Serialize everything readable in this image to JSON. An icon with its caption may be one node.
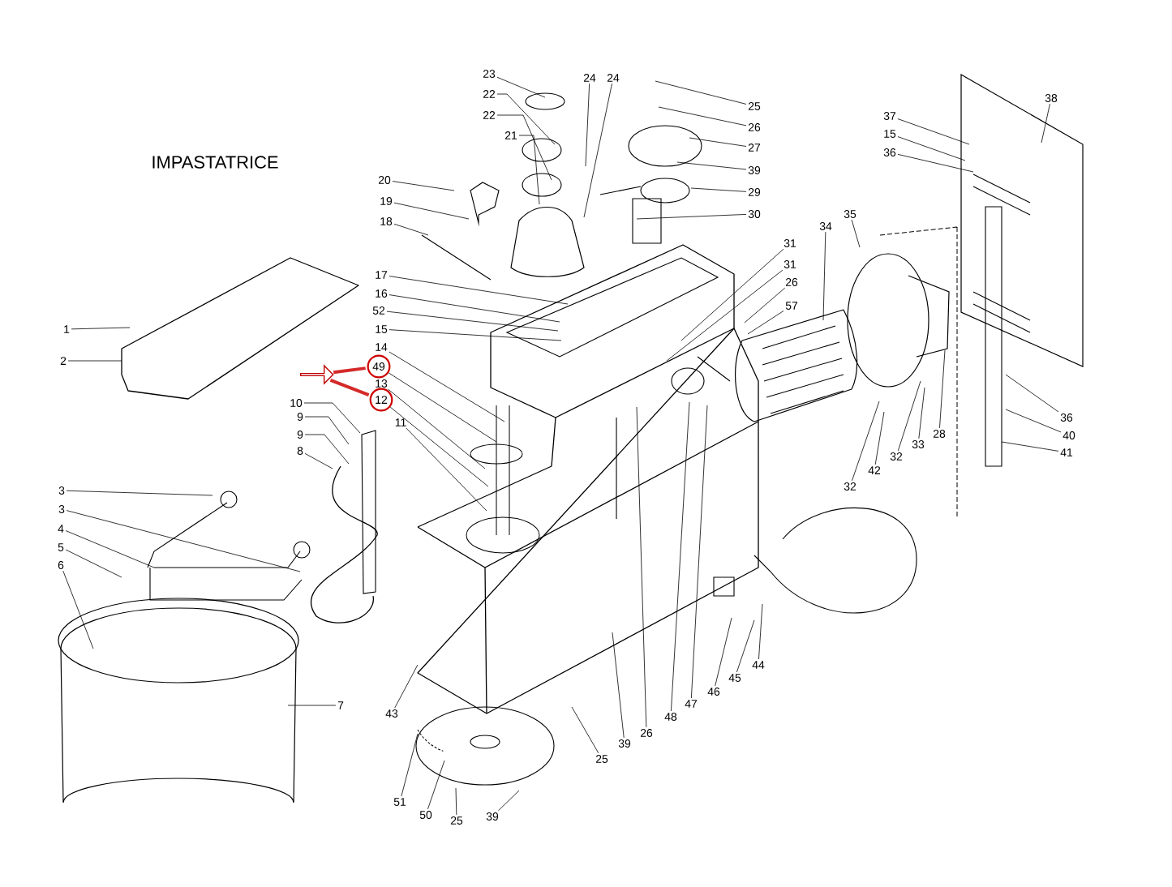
{
  "diagram": {
    "title": "IMPASTATRICE",
    "nodes": [
      {
        "text": [
          "1"
        ]
      },
      {
        "text": [
          "2"
        ]
      },
      {
        "text": [
          "3"
        ]
      },
      {
        "text": [
          "3"
        ]
      },
      {
        "text": [
          "4"
        ]
      },
      {
        "text": [
          "5"
        ]
      },
      {
        "text": [
          "6"
        ]
      },
      {
        "text": [
          "7"
        ]
      },
      {
        "text": [
          "8"
        ]
      },
      {
        "text": [
          "9"
        ]
      },
      {
        "text": [
          "9"
        ]
      },
      {
        "text": [
          "10"
        ]
      },
      {
        "text": [
          "11"
        ]
      },
      {
        "text": [
          "12"
        ]
      },
      {
        "text": [
          "13"
        ]
      },
      {
        "text": [
          "49"
        ]
      },
      {
        "text": [
          "14"
        ]
      },
      {
        "text": [
          "15"
        ]
      },
      {
        "text": [
          "52"
        ]
      },
      {
        "text": [
          "16"
        ]
      },
      {
        "text": [
          "17"
        ]
      },
      {
        "text": [
          "18"
        ]
      },
      {
        "text": [
          "19"
        ]
      },
      {
        "text": [
          "20"
        ]
      },
      {
        "text": [
          "21"
        ]
      },
      {
        "text": [
          "22"
        ]
      },
      {
        "text": [
          "22"
        ]
      },
      {
        "text": [
          "23"
        ]
      },
      {
        "text": [
          "24"
        ]
      },
      {
        "text": [
          "24"
        ]
      },
      {
        "text": [
          "25"
        ]
      },
      {
        "text": [
          "26"
        ]
      },
      {
        "text": [
          "27"
        ]
      },
      {
        "text": [
          "39"
        ]
      },
      {
        "text": [
          "29"
        ]
      },
      {
        "text": [
          "30"
        ]
      },
      {
        "text": [
          "31"
        ]
      },
      {
        "text": [
          "31"
        ]
      },
      {
        "text": [
          "26"
        ]
      },
      {
        "text": [
          "57"
        ]
      },
      {
        "text": [
          "34"
        ]
      },
      {
        "text": [
          "35"
        ]
      },
      {
        "text": [
          "37"
        ]
      },
      {
        "text": [
          "15"
        ]
      },
      {
        "text": [
          "36"
        ]
      },
      {
        "text": [
          "38"
        ]
      },
      {
        "text": [
          "36"
        ]
      },
      {
        "text": [
          "40"
        ]
      },
      {
        "text": [
          "41"
        ]
      },
      {
        "text": [
          "28"
        ]
      },
      {
        "text": [
          "33"
        ]
      },
      {
        "text": [
          "32"
        ]
      },
      {
        "text": [
          "42"
        ]
      },
      {
        "text": [
          "32"
        ]
      },
      {
        "text": [
          "43"
        ]
      },
      {
        "text": [
          "44"
        ]
      },
      {
        "text": [
          "45"
        ]
      },
      {
        "text": [
          "46"
        ]
      },
      {
        "text": [
          "47"
        ]
      },
      {
        "text": [
          "48"
        ]
      },
      {
        "text": [
          "26"
        ]
      },
      {
        "text": [
          "39"
        ]
      },
      {
        "text": [
          "25"
        ]
      },
      {
        "text": [
          "51"
        ]
      },
      {
        "text": [
          "50"
        ]
      },
      {
        "text": [
          "25"
        ]
      },
      {
        "text": [
          "39"
        ]
      },
      {
        "text": [],
        "shape": "arrow"
      }
    ],
    "edges": [
      {
        "from": 0,
        "to": null,
        "arrow": "none"
      },
      {
        "from": 1,
        "to": null,
        "arrow": "none"
      },
      {
        "from": 2,
        "to": null,
        "arrow": "none"
      },
      {
        "from": 3,
        "to": null,
        "arrow": "none"
      },
      {
        "from": 4,
        "to": null,
        "arrow": "none"
      },
      {
        "from": 5,
        "to": null,
        "arrow": "none"
      },
      {
        "from": 6,
        "to": null,
        "arrow": "none"
      },
      {
        "from": 7,
        "to": null,
        "arrow": "none"
      },
      {
        "from": 8,
        "to": null,
        "arrow": "none"
      },
      {
        "from": 9,
        "to": null,
        "arrow": "none"
      },
      {
        "from": 10,
        "to": null,
        "arrow": "none"
      },
      {
        "from": 11,
        "to": null,
        "arrow": "none"
      },
      {
        "from": 12,
        "to": null,
        "arrow": "none"
      },
      {
        "from": 13,
        "to": null,
        "arrow": "none"
      },
      {
        "from": 14,
        "to": null,
        "arrow": "none"
      },
      {
        "from": 15,
        "to": null,
        "arrow": "none"
      },
      {
        "from": 16,
        "to": null,
        "arrow": "none"
      },
      {
        "from": 17,
        "to": null,
        "arrow": "none"
      },
      {
        "from": 18,
        "to": null,
        "arrow": "none"
      },
      {
        "from": 19,
        "to": null,
        "arrow": "none"
      },
      {
        "from": 20,
        "to": null,
        "arrow": "none"
      },
      {
        "from": 21,
        "to": null,
        "arrow": "none"
      },
      {
        "from": 22,
        "to": null,
        "arrow": "none"
      },
      {
        "from": 23,
        "to": null,
        "arrow": "none"
      },
      {
        "from": 24,
        "to": null,
        "arrow": "none"
      },
      {
        "from": 25,
        "to": null,
        "arrow": "none"
      },
      {
        "from": 26,
        "to": null,
        "arrow": "none"
      },
      {
        "from": 27,
        "to": null,
        "arrow": "none"
      },
      {
        "from": 28,
        "to": null,
        "arrow": "none"
      },
      {
        "from": 29,
        "to": null,
        "arrow": "none"
      },
      {
        "from": 30,
        "to": null,
        "arrow": "none"
      },
      {
        "from": 31,
        "to": null,
        "arrow": "none"
      },
      {
        "from": 32,
        "to": null,
        "arrow": "none"
      },
      {
        "from": 33,
        "to": null,
        "arrow": "none"
      },
      {
        "from": 34,
        "to": null,
        "arrow": "none"
      },
      {
        "from": 35,
        "to": null,
        "arrow": "none"
      },
      {
        "from": 36,
        "to": null,
        "arrow": "none"
      },
      {
        "from": 37,
        "to": null,
        "arrow": "none"
      },
      {
        "from": 38,
        "to": null,
        "arrow": "none"
      },
      {
        "from": 39,
        "to": null,
        "arrow": "none"
      },
      {
        "from": 40,
        "to": null,
        "arrow": "none"
      },
      {
        "from": 41,
        "to": null,
        "arrow": "none"
      },
      {
        "from": 42,
        "to": null,
        "arrow": "none"
      },
      {
        "from": 43,
        "to": null,
        "arrow": "none"
      },
      {
        "from": 44,
        "to": null,
        "arrow": "none"
      },
      {
        "from": 45,
        "to": null,
        "arrow": "none"
      },
      {
        "from": 46,
        "to": null,
        "arrow": "none"
      },
      {
        "from": 47,
        "to": null,
        "arrow": "none"
      },
      {
        "from": 48,
        "to": null,
        "arrow": "none"
      },
      {
        "from": 49,
        "to": null,
        "arrow": "none"
      },
      {
        "from": 50,
        "to": null,
        "arrow": "none"
      },
      {
        "from": 51,
        "to": null,
        "arrow": "none"
      },
      {
        "from": 52,
        "to": null,
        "arrow": "none"
      },
      {
        "from": 53,
        "to": null,
        "arrow": "none"
      },
      {
        "from": 54,
        "to": null,
        "arrow": "none"
      },
      {
        "from": 55,
        "to": null,
        "arrow": "none"
      },
      {
        "from": 56,
        "to": null,
        "arrow": "none"
      },
      {
        "from": 57,
        "to": null,
        "arrow": "none"
      },
      {
        "from": 58,
        "to": null,
        "arrow": "none"
      },
      {
        "from": 59,
        "to": null,
        "arrow": "none"
      },
      {
        "from": 60,
        "to": null,
        "arrow": "none"
      },
      {
        "from": 61,
        "to": null,
        "arrow": "none"
      },
      {
        "from": 62,
        "to": null,
        "arrow": "none"
      },
      {
        "from": 63,
        "to": null,
        "arrow": "none"
      },
      {
        "from": 64,
        "to": null,
        "arrow": "none"
      },
      {
        "from": 65,
        "to": null,
        "arrow": "none"
      },
      {
        "from": 66,
        "to": null,
        "arrow": "none"
      },
      {
        "from": 67,
        "to": 15,
        "arrow": "none",
        "style": "thick",
        "color": "#d42a2a"
      },
      {
        "from": 67,
        "to": 13,
        "arrow": "none",
        "style": "thick",
        "color": "#d42a2a"
      }
    ]
  }
}
